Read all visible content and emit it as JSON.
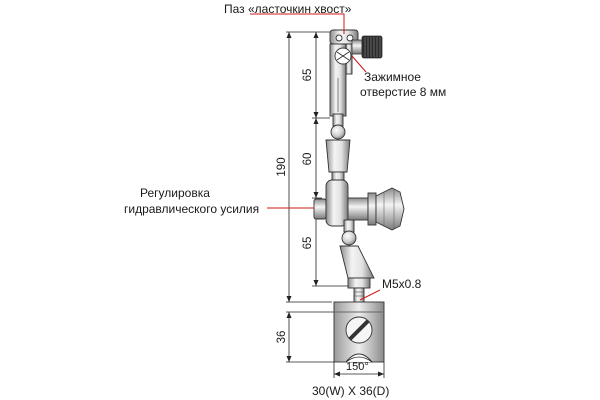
{
  "annotations": {
    "dovetail_slot": "Паз «ласточкин хвост»",
    "clamp_hole_line1": "Зажимное",
    "clamp_hole_line2": "отверстие 8 мм",
    "hydraulic_line1": "Регулировка",
    "hydraulic_line2": "гидравлического усилия",
    "thread": "M5x0.8",
    "angle": "150°",
    "base_size": "30(W) X 36(D)"
  },
  "dimensions": {
    "total": "190",
    "top_arm": "65",
    "middle_joint": "60",
    "lower_arm": "65",
    "base_height": "36"
  },
  "colors": {
    "line": "#222222",
    "leader": "#d01a1a",
    "metal_light": "#f2f2f2",
    "metal_dark": "#8a8a8a"
  }
}
